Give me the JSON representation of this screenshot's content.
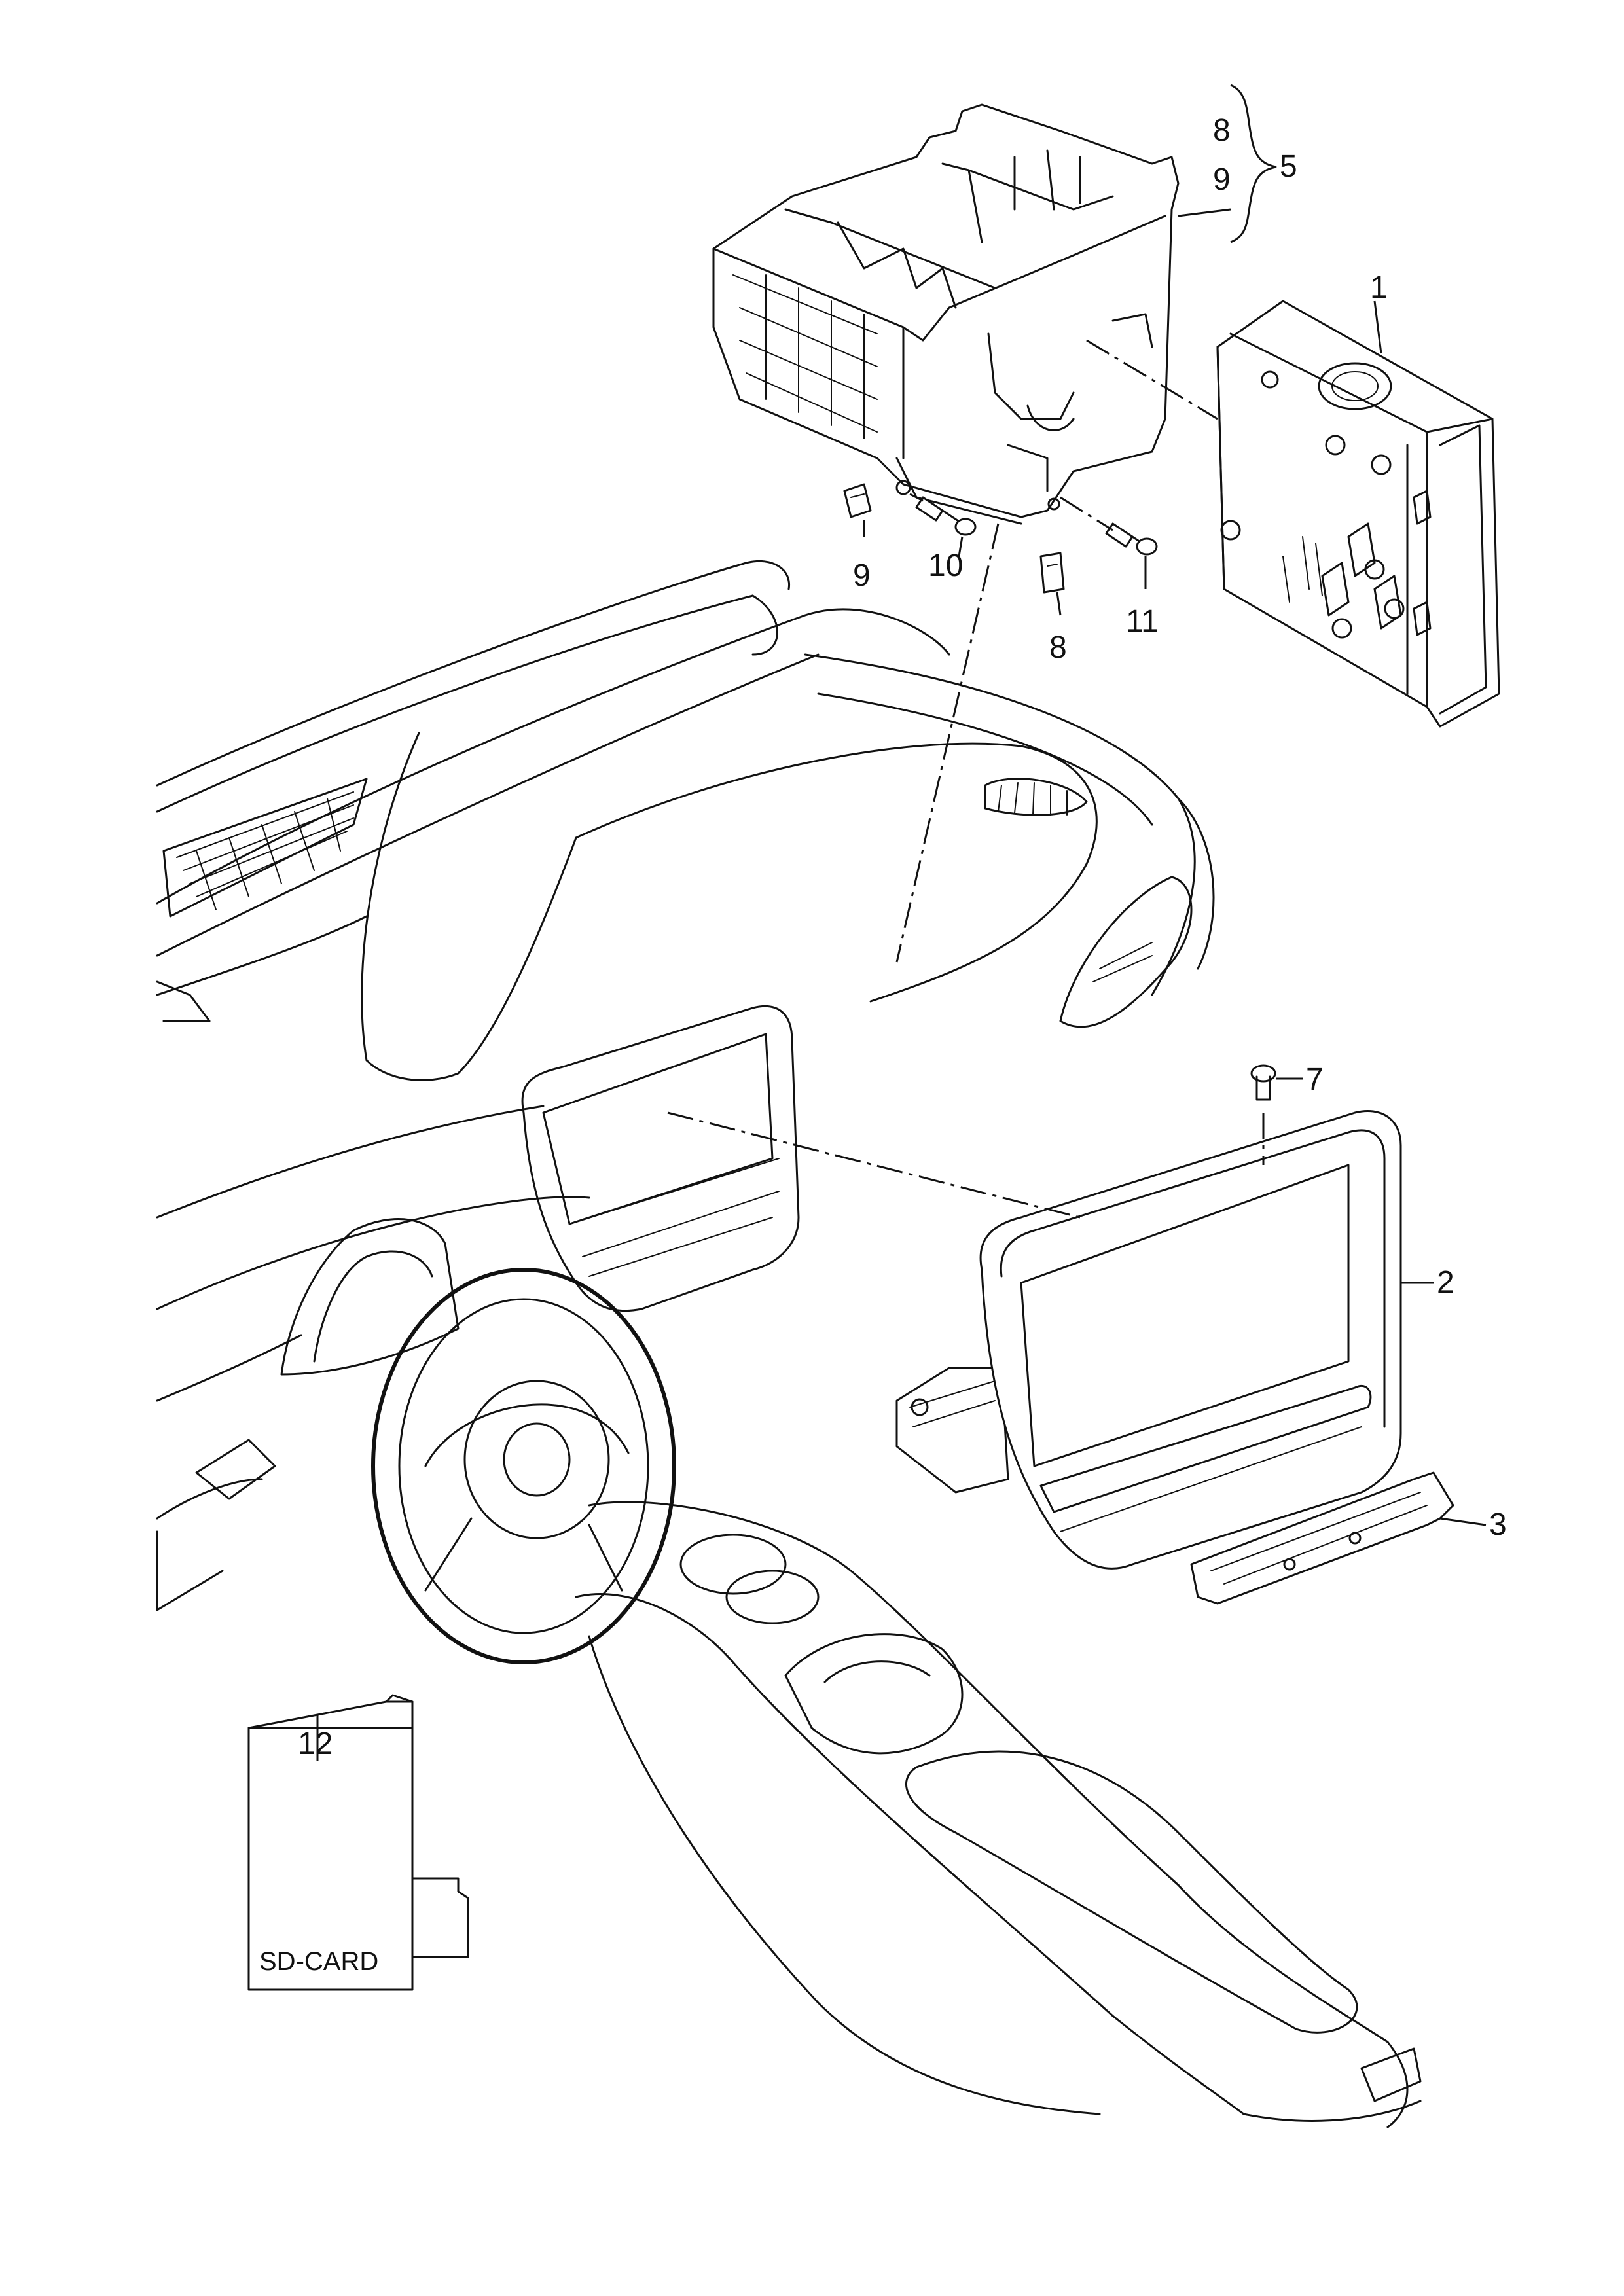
{
  "diagram": {
    "callouts": {
      "c1": "1",
      "c2": "2",
      "c3": "3",
      "c5": "5",
      "c7": "7",
      "c8a": "8",
      "c8b": "8",
      "c9a": "9",
      "c9b": "9",
      "c10": "10",
      "c11": "11",
      "c12": "12"
    },
    "sd_card_label": "SD-CARD"
  }
}
